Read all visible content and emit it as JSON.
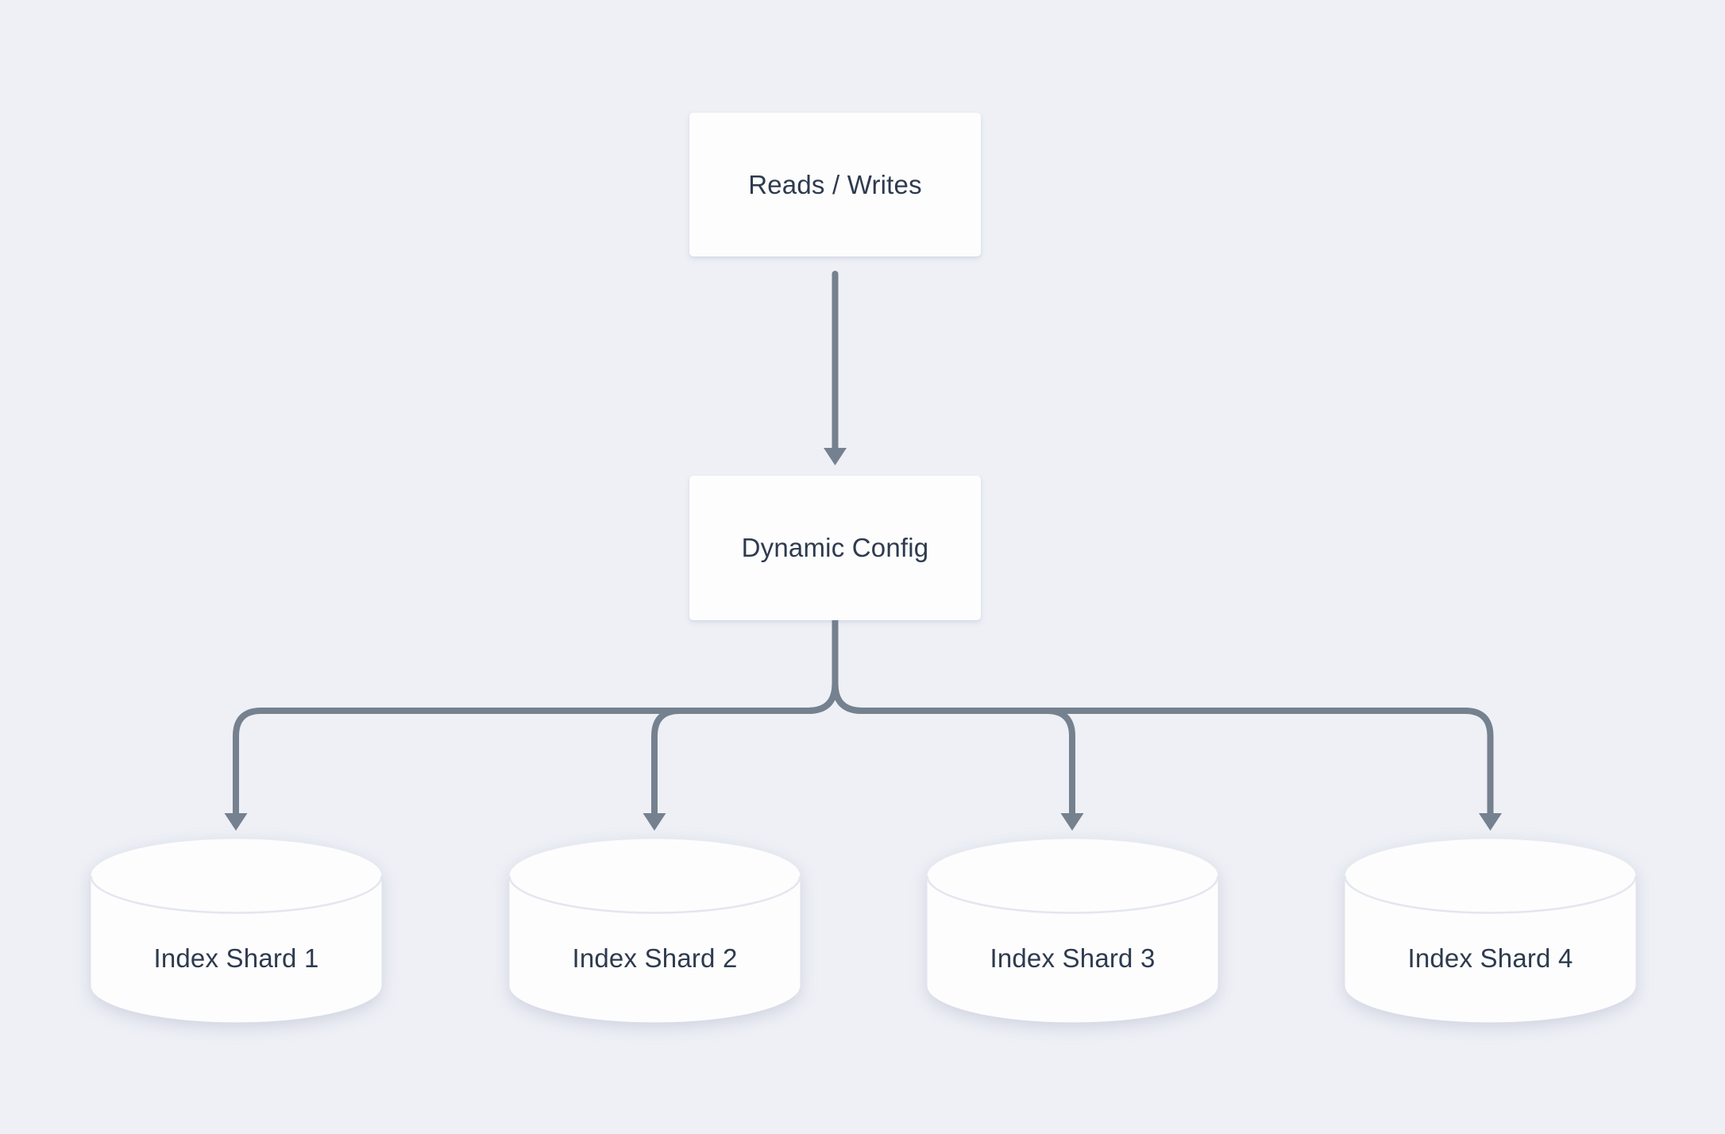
{
  "colors": {
    "background": "#eef0f6",
    "node_fill": "#fdfdfe",
    "connector": "#75818f",
    "text": "#2e3b4e",
    "cylinder_seam": "#e4e6ef"
  },
  "nodes": {
    "top_box": {
      "label": "Reads / Writes"
    },
    "config_box": {
      "label": "Dynamic Config"
    },
    "shards": [
      {
        "label": "Index Shard 1"
      },
      {
        "label": "Index Shard 2"
      },
      {
        "label": "Index Shard 3"
      },
      {
        "label": "Index Shard 4"
      }
    ]
  }
}
